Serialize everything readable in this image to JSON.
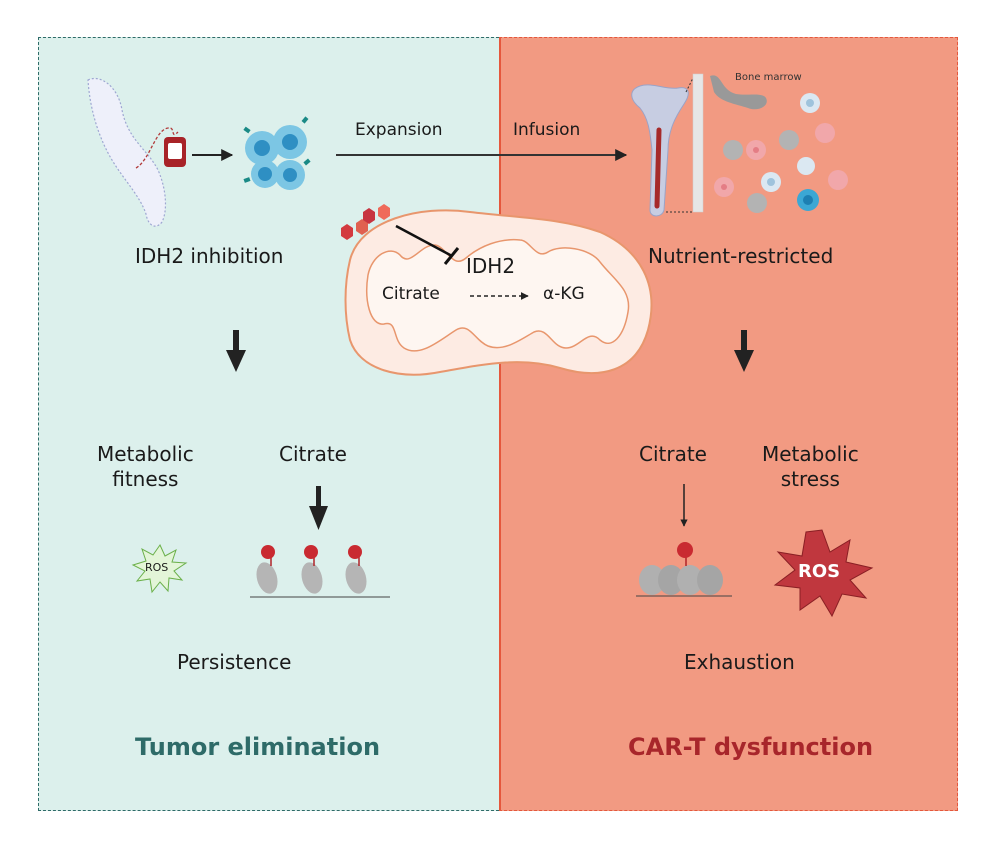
{
  "diagram": {
    "colors": {
      "left_bg": "#dcf0ec",
      "right_bg": "#f29a82",
      "left_accent": "#2e6b68",
      "right_accent": "#a8262b",
      "mito_fill": "#fdebe3",
      "mito_stroke": "#e8966d",
      "inhibitor": "#d33a3f"
    },
    "top_flow": {
      "expansion_label": "Expansion",
      "infusion_label": "Infusion",
      "bone_marrow_label": "Bone marrow"
    },
    "mitochondrion": {
      "enzyme_label": "IDH2",
      "substrate_label": "Citrate",
      "product_label": "α-KG"
    },
    "left": {
      "condition_label": "IDH2 inhibition",
      "metabolic_label_line1": "Metabolic",
      "metabolic_label_line2": "fitness",
      "citrate_label": "Citrate",
      "ros_label": "ROS",
      "result_label": "Persistence",
      "outcome_label": "Tumor elimination"
    },
    "right": {
      "condition_label": "Nutrient-restricted",
      "citrate_label": "Citrate",
      "metabolic_label_line1": "Metabolic",
      "metabolic_label_line2": "stress",
      "ros_label": "ROS",
      "result_label": "Exhaustion",
      "outcome_label": "CAR-T dysfunction"
    }
  }
}
